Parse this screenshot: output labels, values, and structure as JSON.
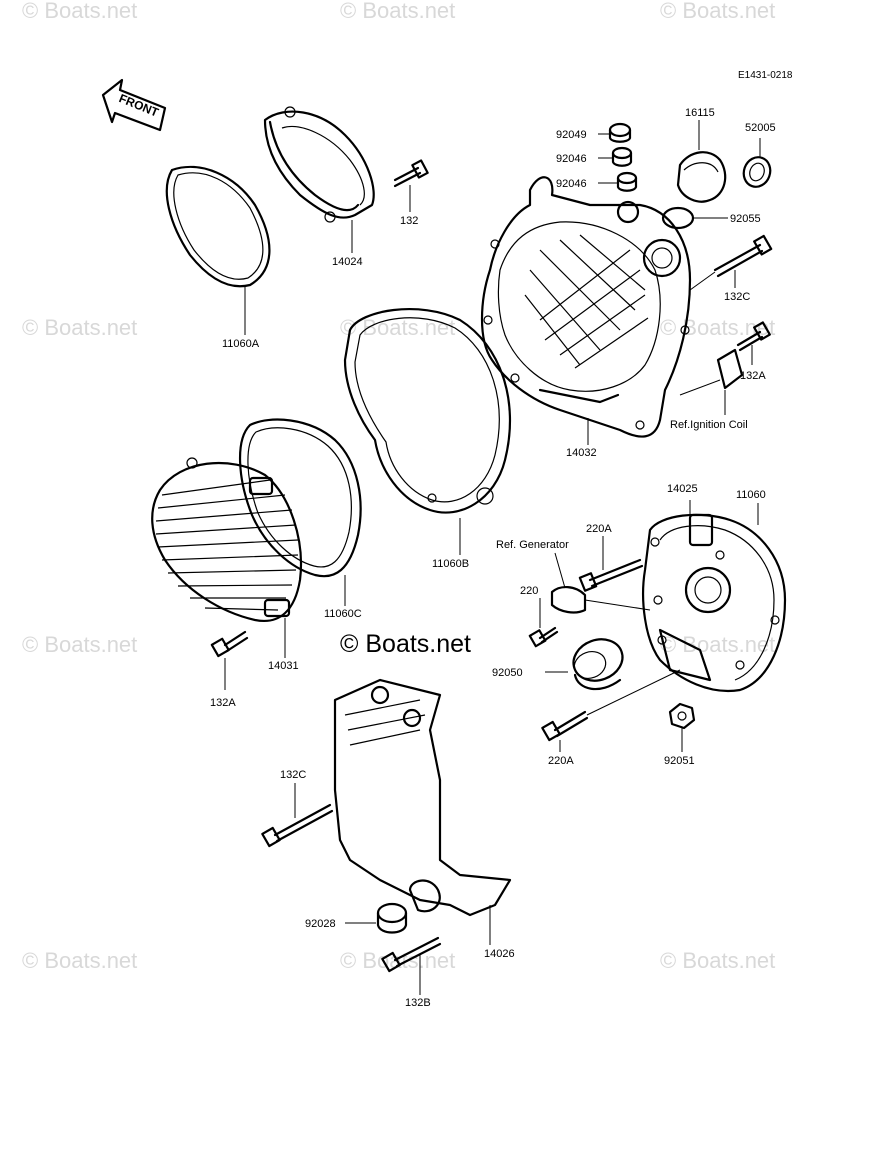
{
  "diagram_code": "E1431-0218",
  "front_label": "FRONT",
  "watermark": "© Boats.net",
  "watermark_main": "© Boats.net",
  "labels": {
    "p92049": "92049",
    "p16115": "16115",
    "p52005": "52005",
    "p92046a": "92046",
    "p92046b": "92046",
    "p92055": "92055",
    "p132": "132",
    "p14024": "14024",
    "p11060A": "11060A",
    "p132C_top": "132C",
    "p132A_right": "132A",
    "ref_ignition": "Ref.Ignition Coil",
    "p14032": "14032",
    "p14025": "14025",
    "p11060": "11060",
    "p220A_top": "220A",
    "ref_generator": "Ref. Generator",
    "p220": "220",
    "p11060B": "11060B",
    "p11060C": "11060C",
    "p14031": "14031",
    "p132A_left": "132A",
    "p92050": "92050",
    "p220A_bottom": "220A",
    "p92051": "92051",
    "p132C_bottom": "132C",
    "p92028": "92028",
    "p14026": "14026",
    "p132B": "132B"
  }
}
